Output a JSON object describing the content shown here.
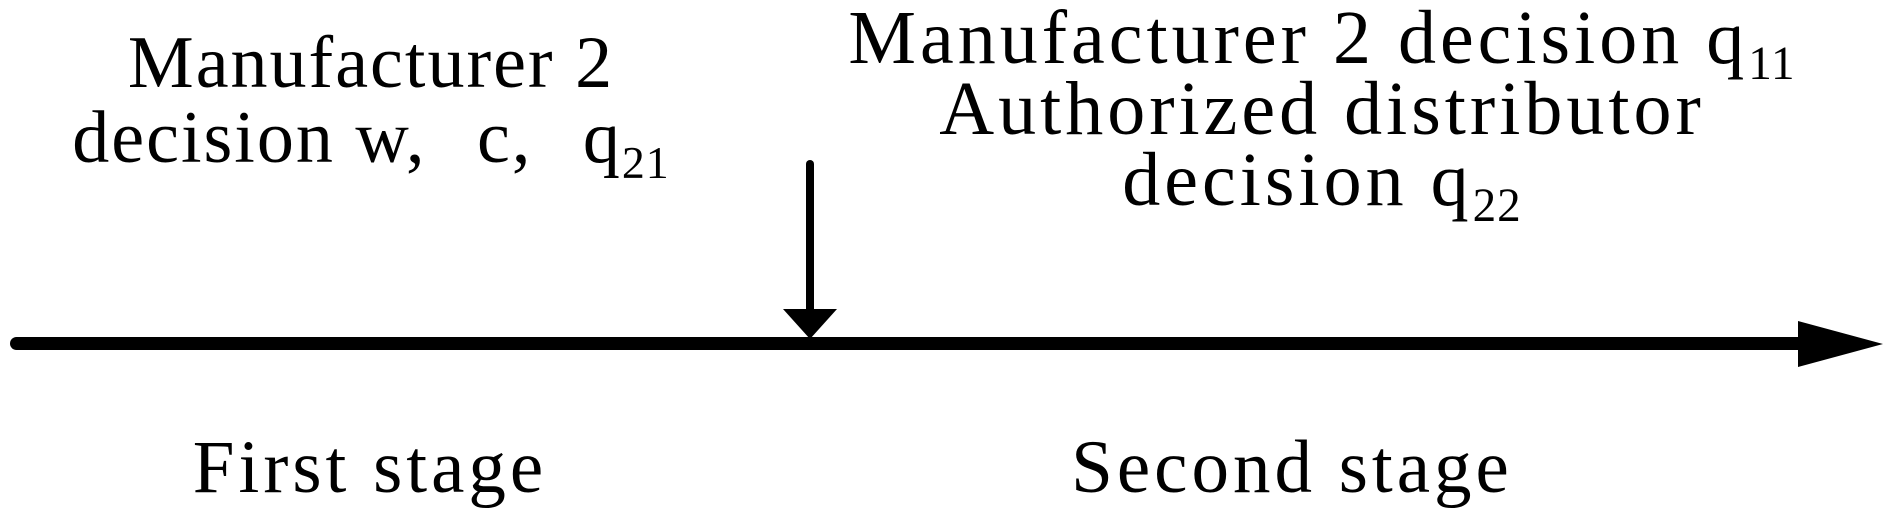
{
  "left_block": {
    "line1": "Manufacturer 2",
    "line2_part1": "decision w,",
    "line2_part2": "c,",
    "line2_part3_base": "q",
    "line2_part3_sub": "21"
  },
  "right_block": {
    "line1_base": "Manufacturer 2 decision q",
    "line1_sub": "11",
    "line2": "Authorized distributor",
    "line3_base": "decision q",
    "line3_sub": "22"
  },
  "stage_labels": {
    "first": "First stage",
    "second": "Second stage"
  },
  "colors": {
    "ink": "#000000",
    "background": "#ffffff"
  }
}
